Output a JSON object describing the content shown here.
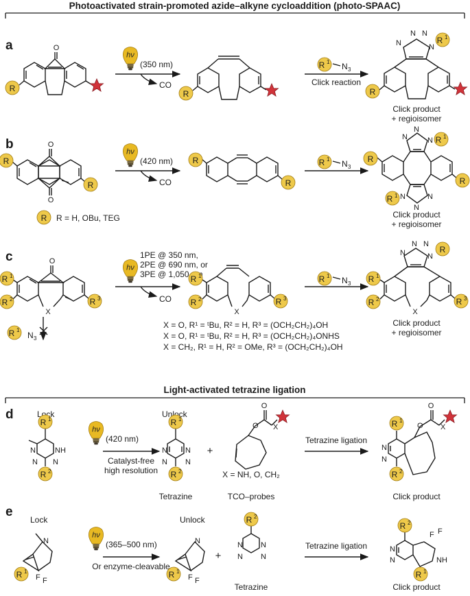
{
  "sections": {
    "spaac_title": "Photoactivated strain-promoted azide–alkyne cycloaddition (photo-SPAAC)",
    "tetrazine_title": "Light-activated tetrazine ligation"
  },
  "labels": {
    "hv": "hν",
    "R": "R",
    "R1": "R",
    "R2": "R",
    "R3": "R",
    "sup1": "1",
    "sup2": "2",
    "sup3": "3",
    "N3": "N",
    "N3_sub": "3",
    "N": "N",
    "NH": "NH",
    "O": "O",
    "X": "X",
    "F": "F",
    "CO": "CO"
  },
  "panel_a": {
    "letter": "a",
    "wavelength": "(350 nm)",
    "click_reaction": "Click reaction",
    "product_line1": "Click product",
    "product_line2": "+ regioisomer"
  },
  "panel_b": {
    "letter": "b",
    "wavelength": "(420 nm)",
    "r_definition": "R = H, OBu, TEG",
    "product_line1": "Click product",
    "product_line2": "+ regioisomer"
  },
  "panel_c": {
    "letter": "c",
    "conditions": [
      "1PE @ 350 nm,",
      "2PE @ 690 nm, or",
      "3PE @ 1,050 nm"
    ],
    "variants": [
      "X = O, R¹ = ᵗBu, R² = H, R³ = (OCH₂CH₂)₄OH",
      "X = O, R¹ = ᵗBu, R² = H, R³ = (OCH₂CH₂)₄ONHS",
      "X = CH₂, R¹ = H, R² = OMe, R³ = (OCH₂CH₂)₄OH"
    ],
    "product_line1": "Click product",
    "product_line2": "+ regioisomer"
  },
  "panel_d": {
    "letter": "d",
    "lock": "Lock",
    "unlock": "Unlock",
    "wavelength": "(420 nm)",
    "condition_line1": "Catalyst-free",
    "condition_line2": "high resolution",
    "tetrazine": "Tetrazine",
    "tco_probes": "TCO–probes",
    "x_definition": "X = NH, O, CH₂",
    "ligation": "Tetrazine ligation",
    "product": "Click product"
  },
  "panel_e": {
    "letter": "e",
    "lock": "Lock",
    "unlock": "Unlock",
    "wavelength": "(365–500 nm)",
    "condition": "Or enzyme-cleavable",
    "tetrazine": "Tetrazine",
    "ligation": "Tetrazine ligation",
    "product": "Click product"
  },
  "colors": {
    "bulb": "#e8b923",
    "r_circle": "#eec94a",
    "star": "#d1333a",
    "ink": "#1a1a1a"
  }
}
